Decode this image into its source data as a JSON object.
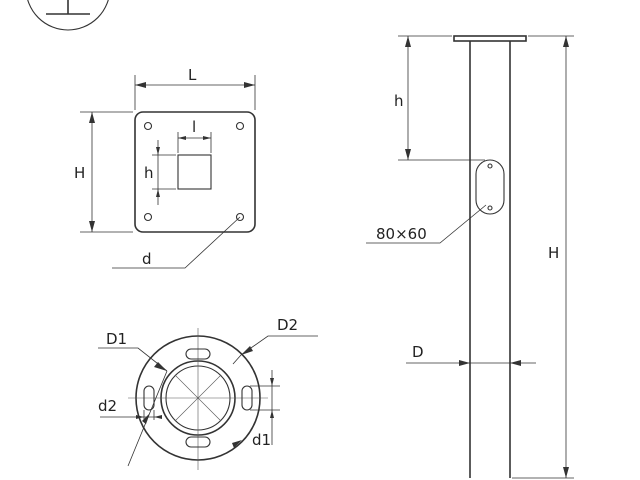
{
  "base_plate": {
    "width_label": "L",
    "height_label": "H",
    "opening_width_label": "l",
    "opening_height_label": "h",
    "hole_label": "d"
  },
  "flange": {
    "inner_diameter_label": "D1",
    "outer_diameter_label": "D2",
    "slot_width_label": "d2",
    "hole_diameter_label": "d1"
  },
  "pole": {
    "height_label": "H",
    "hatch_height_label": "h",
    "hatch_size_label": "80×60",
    "diameter_label": "D"
  }
}
